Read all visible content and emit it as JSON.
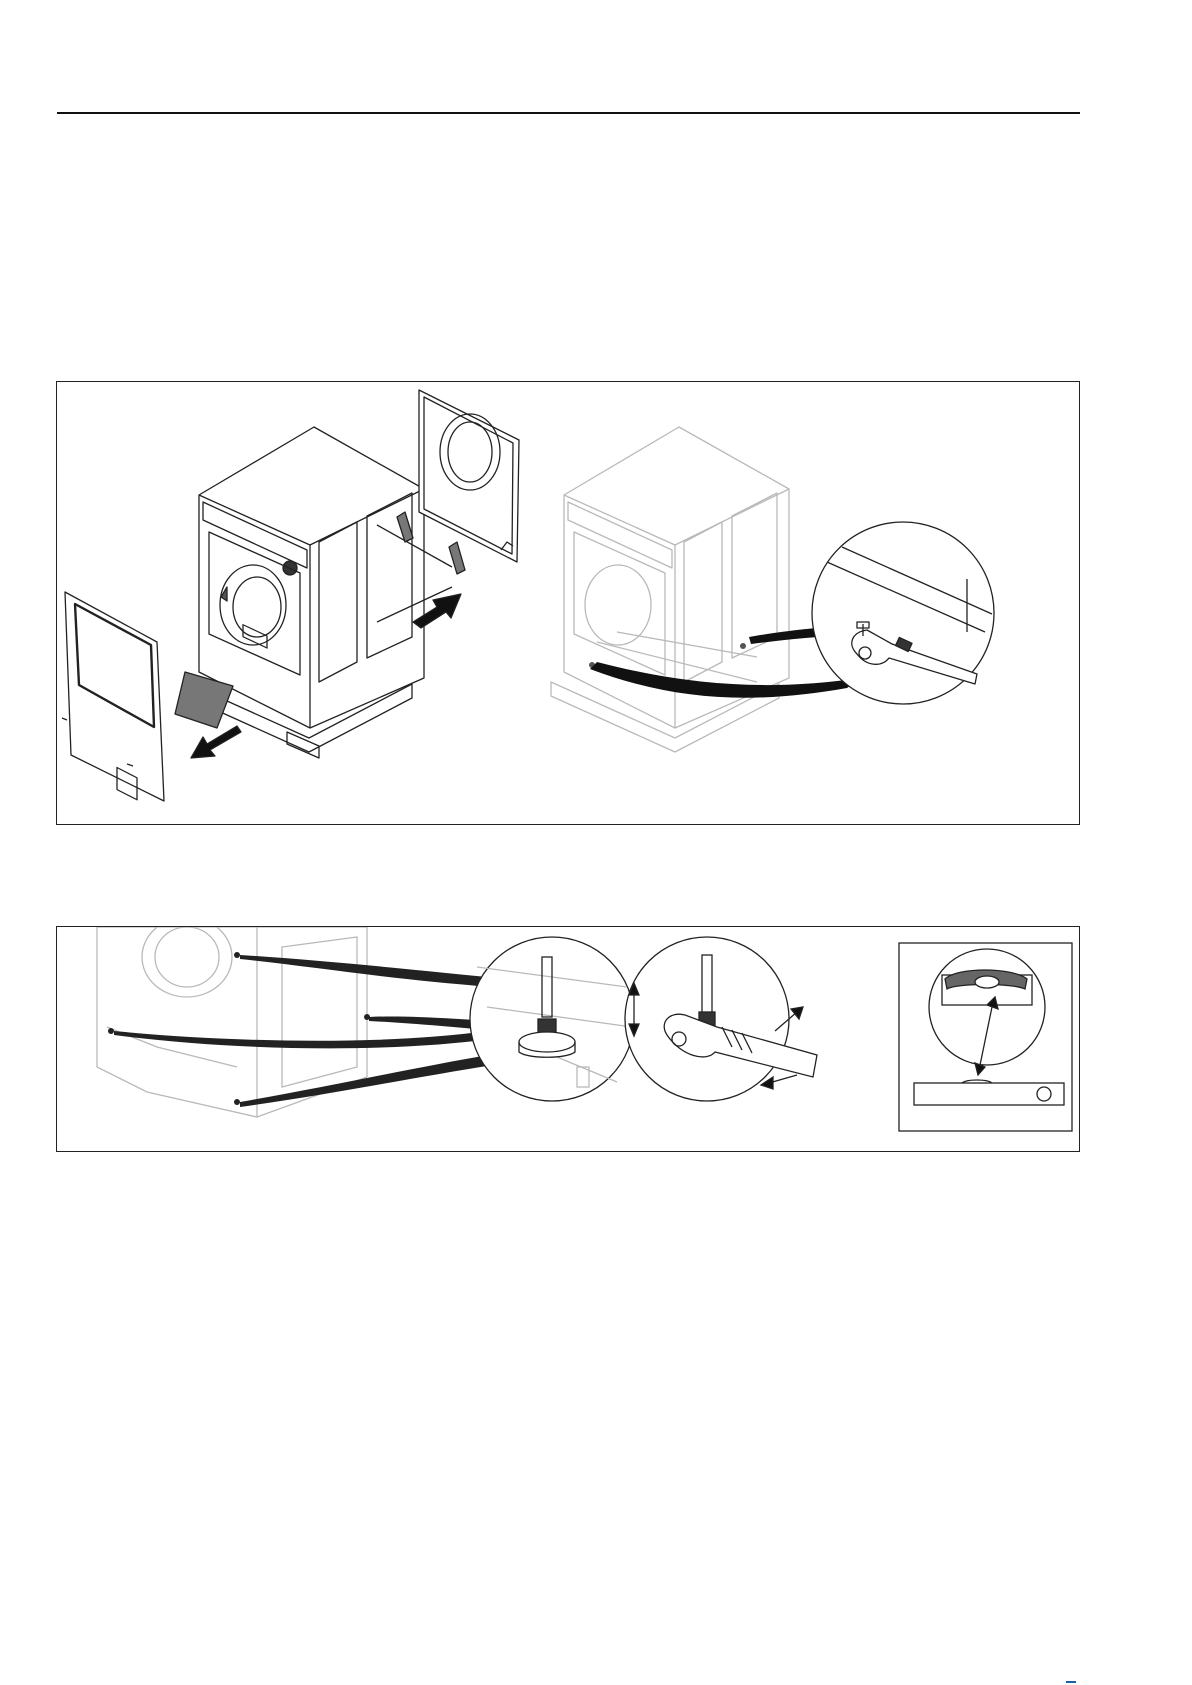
{
  "page": {
    "figures": [
      {
        "id": "figure-1",
        "panels": [
          "panel-removal",
          "panel-transport-bolts"
        ]
      },
      {
        "id": "figure-2",
        "panels": [
          "panel-feet-overview",
          "panel-foot-zoom",
          "panel-wrench-adjust",
          "panel-spirit-level"
        ]
      }
    ]
  },
  "icons": {
    "arrow_out": "arrow-out-icon",
    "arrow_in": "arrow-in-icon",
    "wrench": "wrench-icon",
    "spirit_level": "spirit-level-icon",
    "updown": "up-down-arrow-icon"
  },
  "colors": {
    "line": "#222222",
    "ghost": "#b9b9b9",
    "dark_fill": "#2a2a2a",
    "grey_fill": "#777777"
  }
}
